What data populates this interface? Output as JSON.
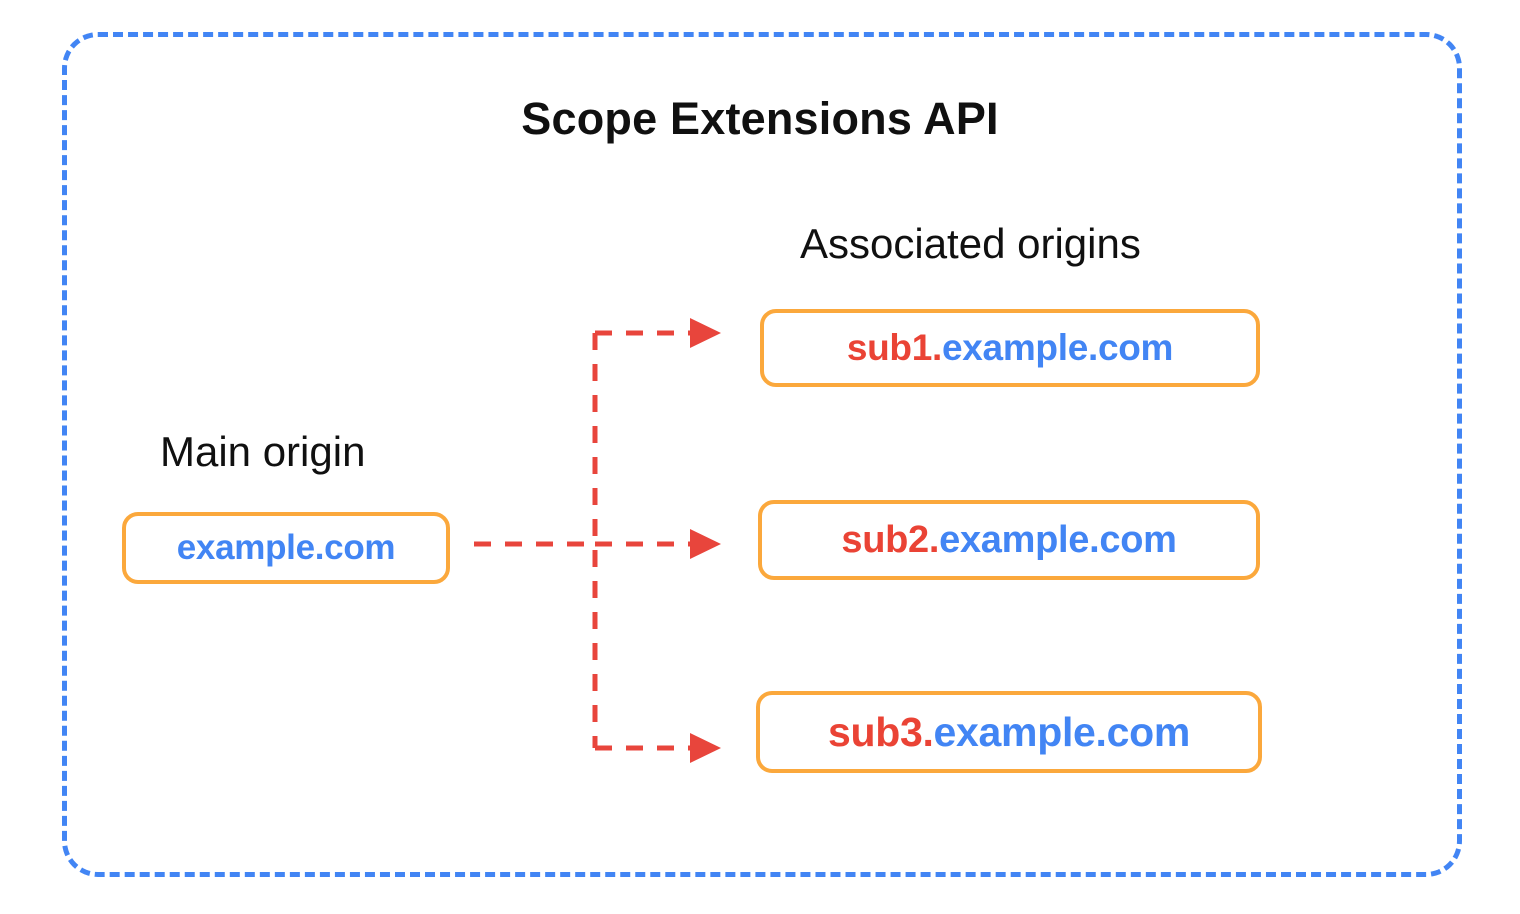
{
  "diagram": {
    "title": "Scope Extensions API",
    "frame_color": "#4285F4",
    "box_border_color": "#FBA83C",
    "subdomain_color": "#EA4335",
    "domain_color": "#4285F4",
    "connector_color": "#E8453C"
  },
  "main_origin": {
    "label": "Main origin",
    "box": {
      "sub": "",
      "domain": "example.com",
      "full": "example.com"
    }
  },
  "associated_origins": {
    "label": "Associated origins",
    "boxes": [
      {
        "sub": "sub1.",
        "domain": "example.com",
        "full": "sub1.example.com"
      },
      {
        "sub": "sub2.",
        "domain": "example.com",
        "full": "sub2.example.com"
      },
      {
        "sub": "sub3.",
        "domain": "example.com",
        "full": "sub3.example.com"
      }
    ]
  },
  "connectors": {
    "style": "dashed-arrow",
    "count": 3,
    "from": "example.com",
    "to": [
      "sub1.example.com",
      "sub2.example.com",
      "sub3.example.com"
    ]
  }
}
